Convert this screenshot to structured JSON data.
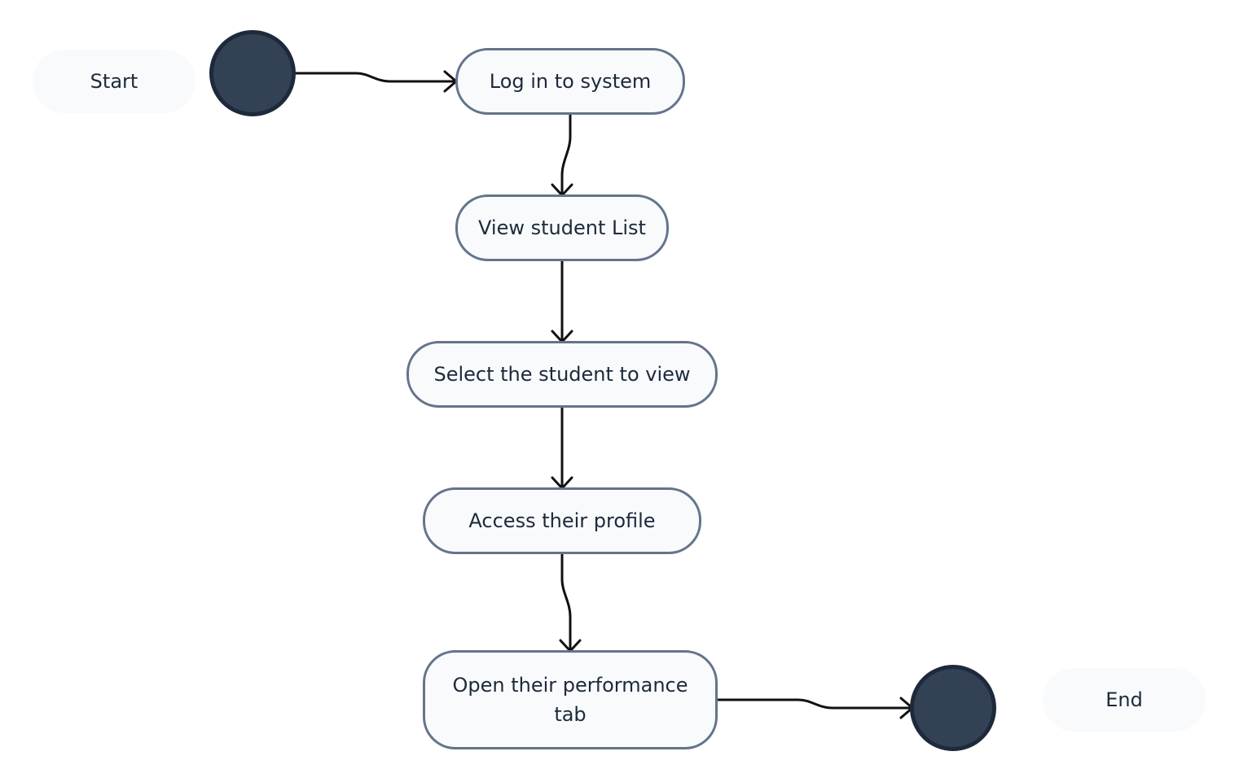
{
  "diagram": {
    "type": "activity",
    "labels": {
      "start": "Start",
      "end": "End"
    },
    "nodes": [
      {
        "id": "log-in",
        "label": "Log in to system"
      },
      {
        "id": "view-list",
        "label": "View student List"
      },
      {
        "id": "select-student",
        "label": "Select the student to view"
      },
      {
        "id": "access-profile",
        "label": "Access their profile"
      },
      {
        "id": "open-performance",
        "label": "Open their performance tab"
      }
    ],
    "edges": [
      {
        "from": "start",
        "to": "log-in"
      },
      {
        "from": "log-in",
        "to": "view-list"
      },
      {
        "from": "view-list",
        "to": "select-student"
      },
      {
        "from": "select-student",
        "to": "access-profile"
      },
      {
        "from": "access-profile",
        "to": "open-performance"
      },
      {
        "from": "open-performance",
        "to": "end"
      }
    ],
    "colors": {
      "terminal_fill": "#334155",
      "terminal_stroke": "#1e293b",
      "node_fill": "#f8fafc",
      "node_border": "#64748b",
      "text": "#1e293b",
      "edge": "#111111"
    }
  }
}
